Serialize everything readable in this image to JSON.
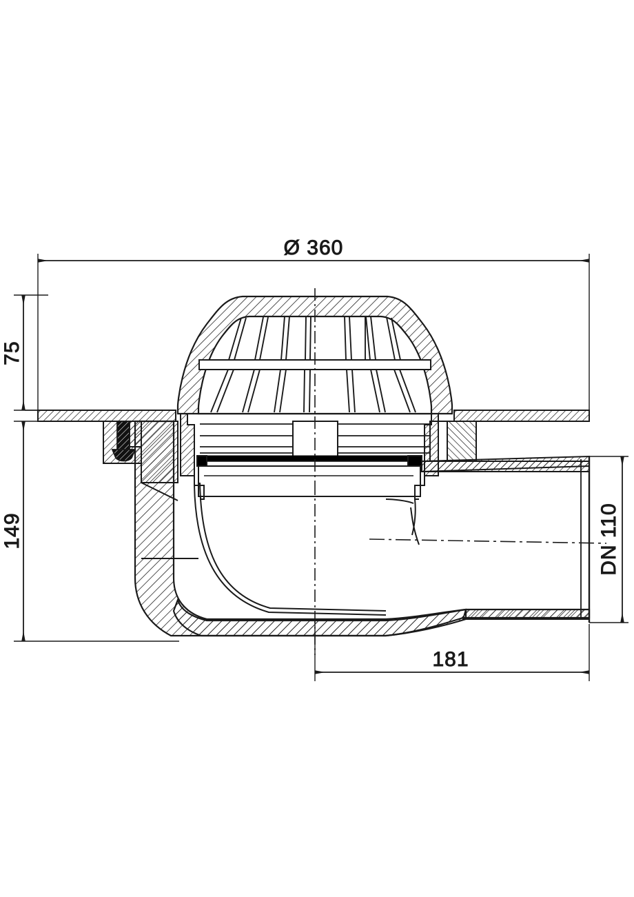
{
  "drawing": {
    "type": "technical-sectional-drawing",
    "subject": "roof drain / floor gully with dome grate and horizontal outlet",
    "projection": "vertical cross-section (half-hatched)",
    "background_color": "#ffffff",
    "line_color": "#1a1a1a",
    "hatch_color": "#1a1a1a",
    "seal_color": "#000000"
  },
  "dimensions": {
    "diameter_top": {
      "label": "Ø 360",
      "value": 360,
      "symbol": "Ø",
      "orientation": "horizontal",
      "position": "top"
    },
    "height_upper": {
      "label": "75",
      "value": 75,
      "orientation": "vertical",
      "position": "left-upper"
    },
    "height_lower": {
      "label": "149",
      "value": 149,
      "orientation": "vertical",
      "position": "left-lower"
    },
    "outlet_nominal": {
      "label": "DN 110",
      "value": 110,
      "orientation": "vertical",
      "position": "right"
    },
    "length_outlet": {
      "label": "181",
      "value": 181,
      "orientation": "horizontal",
      "position": "bottom"
    }
  },
  "components": [
    {
      "name": "dome-grate",
      "description": "hatched trapezoidal dome cover with vertical slot ribs"
    },
    {
      "name": "flange-plate",
      "description": "horizontal membrane clamping flange spanning full width"
    },
    {
      "name": "clamp-bolt",
      "description": "solid dark bolt fixing the clamping ring"
    },
    {
      "name": "gasket-seal",
      "description": "black elastomer sealing band under the grate collar"
    },
    {
      "name": "drain-body",
      "description": "hatched cast body with curved throat"
    },
    {
      "name": "outlet-pipe",
      "description": "horizontal DN110 outlet spigot, slightly inclined"
    },
    {
      "name": "outlet-axis",
      "description": "dash-dot centre axis of the outlet"
    },
    {
      "name": "vertical-centerline",
      "description": "dash-dot vertical symmetry axis"
    }
  ]
}
